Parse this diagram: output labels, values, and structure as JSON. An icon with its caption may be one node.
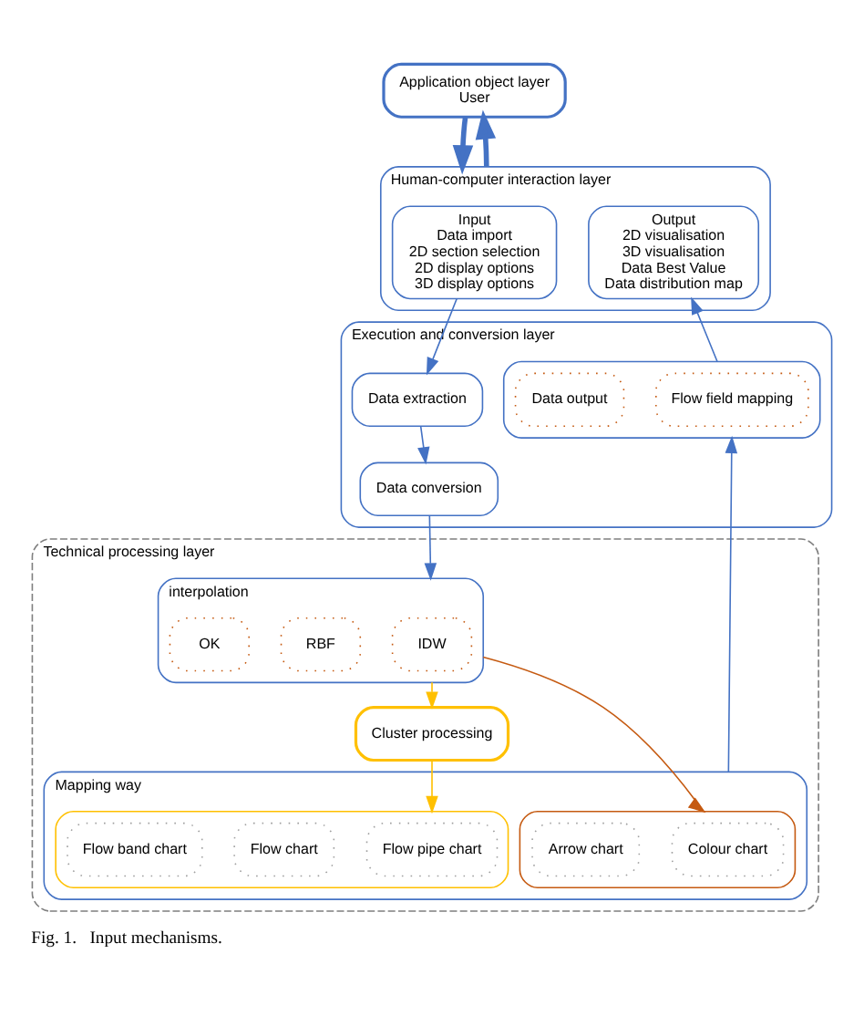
{
  "diagram": {
    "caption": "Fig. 1.   Input mechanisms.",
    "nodes": [
      {
        "text": [
          "Application object layer",
          "User"
        ]
      },
      {
        "text": [
          "Human-computer interaction layer"
        ]
      },
      {
        "text": [
          "Input",
          "Data import",
          "2D section selection",
          "2D display options",
          "3D display options"
        ],
        "in": 1
      },
      {
        "text": [
          "Output",
          "2D visualisation",
          "3D visualisation",
          "Data Best Value",
          "Data distribution map"
        ],
        "in": 1
      },
      {
        "text": [
          "Execution and conversion layer"
        ]
      },
      {
        "text": [
          "Data extraction"
        ],
        "in": 4
      },
      {
        "text": [
          "Data conversion"
        ],
        "in": 4
      },
      {
        "text": [],
        "shape": "box",
        "in": 4
      },
      {
        "text": [
          "Flow field mapping"
        ],
        "in": 7
      },
      {
        "text": [
          "Data output"
        ],
        "in": 7
      },
      {
        "text": [
          "Technical processing layer"
        ]
      },
      {
        "text": [
          "interpolation"
        ],
        "in": 10
      },
      {
        "text": [
          "IDW"
        ],
        "in": 11
      },
      {
        "text": [
          "RBF"
        ],
        "in": 11
      },
      {
        "text": [
          "OK"
        ],
        "in": 11
      },
      {
        "text": [
          "Cluster processing"
        ],
        "in": 10
      },
      {
        "text": [
          "Mapping way"
        ],
        "in": 10
      },
      {
        "text": [],
        "shape": "box",
        "in": 16
      },
      {
        "text": [
          "Colour chart"
        ],
        "in": 17
      },
      {
        "text": [
          "Arrow chart"
        ],
        "in": 17
      },
      {
        "text": [],
        "shape": "box",
        "in": 16
      },
      {
        "text": [
          "Flow pipe chart"
        ],
        "in": 20
      },
      {
        "text": [
          "Flow chart"
        ],
        "in": 20
      },
      {
        "text": [
          "Flow band chart"
        ],
        "in": 20
      }
    ],
    "edges": [
      {
        "from": 0,
        "to": 1,
        "arrow": "to",
        "style": "thick"
      },
      {
        "from": 1,
        "to": 0,
        "arrow": "to",
        "style": "thick"
      },
      {
        "from": 2,
        "to": 5,
        "arrow": "to"
      },
      {
        "from": 5,
        "to": 6,
        "arrow": "to"
      },
      {
        "from": 6,
        "to": 11,
        "arrow": "to"
      },
      {
        "from": 16,
        "to": 7,
        "arrow": "to"
      },
      {
        "from": 7,
        "to": 3,
        "arrow": "to"
      },
      {
        "from": 11,
        "to": 17,
        "arrow": "to",
        "color": "#c55a11"
      },
      {
        "from": 11,
        "to": 15,
        "arrow": "to",
        "color": "#ffc000"
      },
      {
        "from": 15,
        "to": 20,
        "arrow": "to",
        "color": "#ffc000"
      }
    ]
  }
}
